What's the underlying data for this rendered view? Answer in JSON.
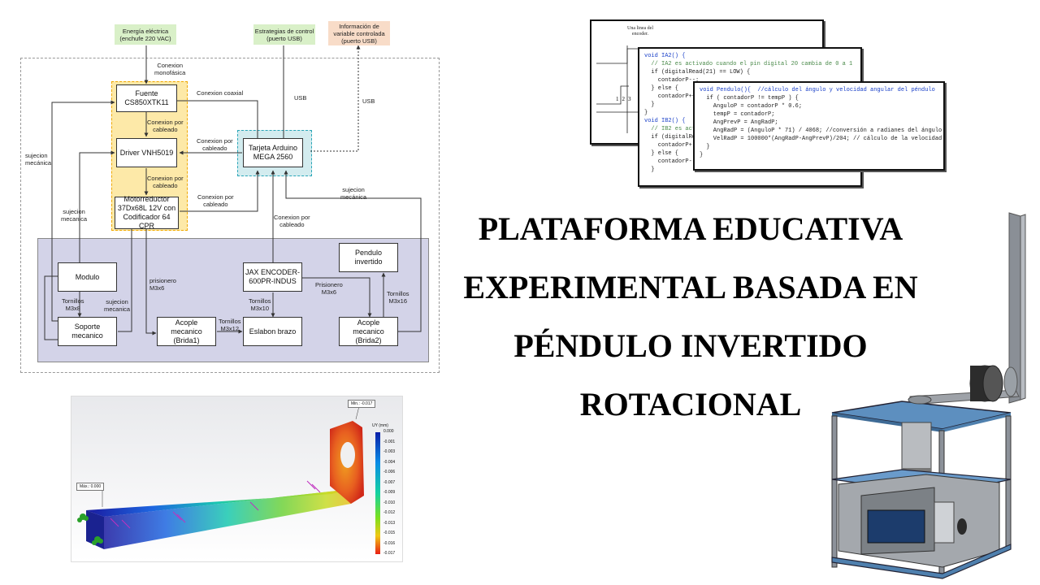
{
  "diagram": {
    "ext_power": [
      "Energía eléctrica",
      "(enchufe 220 VAC)"
    ],
    "ext_control": [
      "Estrategias de control",
      "(puerto USB)"
    ],
    "ext_info": [
      "Información de",
      "variable controlada",
      "(puerto USB)"
    ],
    "fuente": [
      "Fuente",
      "CS850XTK11"
    ],
    "driver": "Driver VNH5019",
    "motor": [
      "Motorreductor",
      "37Dx68L 12V con",
      "Codificador 64 CPR"
    ],
    "arduino": [
      "Tarjeta Arduino",
      "MEGA 2560"
    ],
    "modulo": "Modulo",
    "soporte": "Soporte mecanico",
    "jax": [
      "JAX ENCODER-",
      "600PR-INDUS"
    ],
    "pendulo": "Pendulo invertido",
    "acople1": [
      "Acople mecanico",
      "(Brida1)"
    ],
    "eslabon": "Eslabon brazo",
    "acople2": [
      "Acople mecanico",
      "(Brida2)"
    ],
    "labels": {
      "monofasica": [
        "Conexion",
        "monofásica"
      ],
      "coaxial": "Conexion coaxial",
      "usb1": "USB",
      "usb2": "USB",
      "cableado1": [
        "Conexion por",
        "cableado"
      ],
      "cableado2": [
        "Conexion por",
        "cableado"
      ],
      "cableado3": [
        "Conexion por",
        "cableado"
      ],
      "cableado4": [
        "Conexion por",
        "cableado"
      ],
      "cableado5": [
        "Conexion por",
        "cableado"
      ],
      "sujecion1": [
        "sujecion",
        "mecánica"
      ],
      "sujecion2": [
        "sujecion",
        "mecanica"
      ],
      "sujecion3": [
        "sujecion",
        "mecanica"
      ],
      "sujecion4": [
        "sujecion",
        "mecánica"
      ],
      "prisionero1": [
        "prisionero",
        "M3x6"
      ],
      "prisionero2": [
        "Prisionero",
        "M3x6"
      ],
      "tornillos1": [
        "Tornillos",
        "M3x8"
      ],
      "tornillos2": [
        "Tornillos",
        "M3x12"
      ],
      "tornillos3": [
        "Tornillos",
        "M3x10"
      ],
      "tornillos4": [
        "Tornillos",
        "M3x16"
      ]
    }
  },
  "code": {
    "back_label": [
      "Una linea del",
      "encoder."
    ],
    "back_digits": [
      "1",
      "2",
      "3"
    ],
    "win1": [
      "void IA2() {",
      "  // IA2 es activado cuando el pin digital 20 cambia de 0 a 1",
      "  if (digitalRead(21) == LOW) {",
      "    contadorP--;",
      "  } else {",
      "    contadorP++;",
      "  }",
      "}",
      "",
      "void IB2() {",
      "  // IB2 es activ",
      "  if (digitalRe",
      "    contadorP+",
      "  } else {",
      "    contadorP--;",
      "  }"
    ],
    "win2": [
      "void Pendulo(){  //cálculo del ángulo y velocidad angular del péndulo",
      "  if ( contadorP != tempP ) {",
      "    AnguloP = contadorP * 0.6;",
      "    tempP = contadorP;",
      "",
      "    AngPrevP = AngRadP;",
      "    AngRadP = (AnguloP * 71) / 4068; //conversión a radianes del ángulo",
      "    VelRadP = 100000*(AngRadP-AngPrevP)/204; // cálculo de la velocidad",
      "  }",
      "}"
    ]
  },
  "title": [
    "PLATAFORMA EDUCATIVA",
    "EXPERIMENTAL BASADA EN",
    "PÉNDULO INVERTIDO",
    "ROTACIONAL"
  ],
  "fea": {
    "max_label": "Min.: -0.017",
    "min_label": "Máx.: 0.000",
    "unit": "UY (mm)",
    "scale": [
      "0.000",
      "-0.001",
      "-0.003",
      "-0.004",
      "-0.006",
      "-0.007",
      "-0.009",
      "-0.010",
      "-0.012",
      "-0.013",
      "-0.015",
      "-0.016",
      "-0.017"
    ]
  },
  "colors": {
    "yellow_group": "#fde9a8",
    "yellow_border": "#f0a800",
    "teal_group": "#d3ecef",
    "teal_border": "#2aa6b8",
    "purple_group": "#d3d3e8",
    "green_ext": "#d9f0c8",
    "orange_ext": "#f8dcc8"
  }
}
